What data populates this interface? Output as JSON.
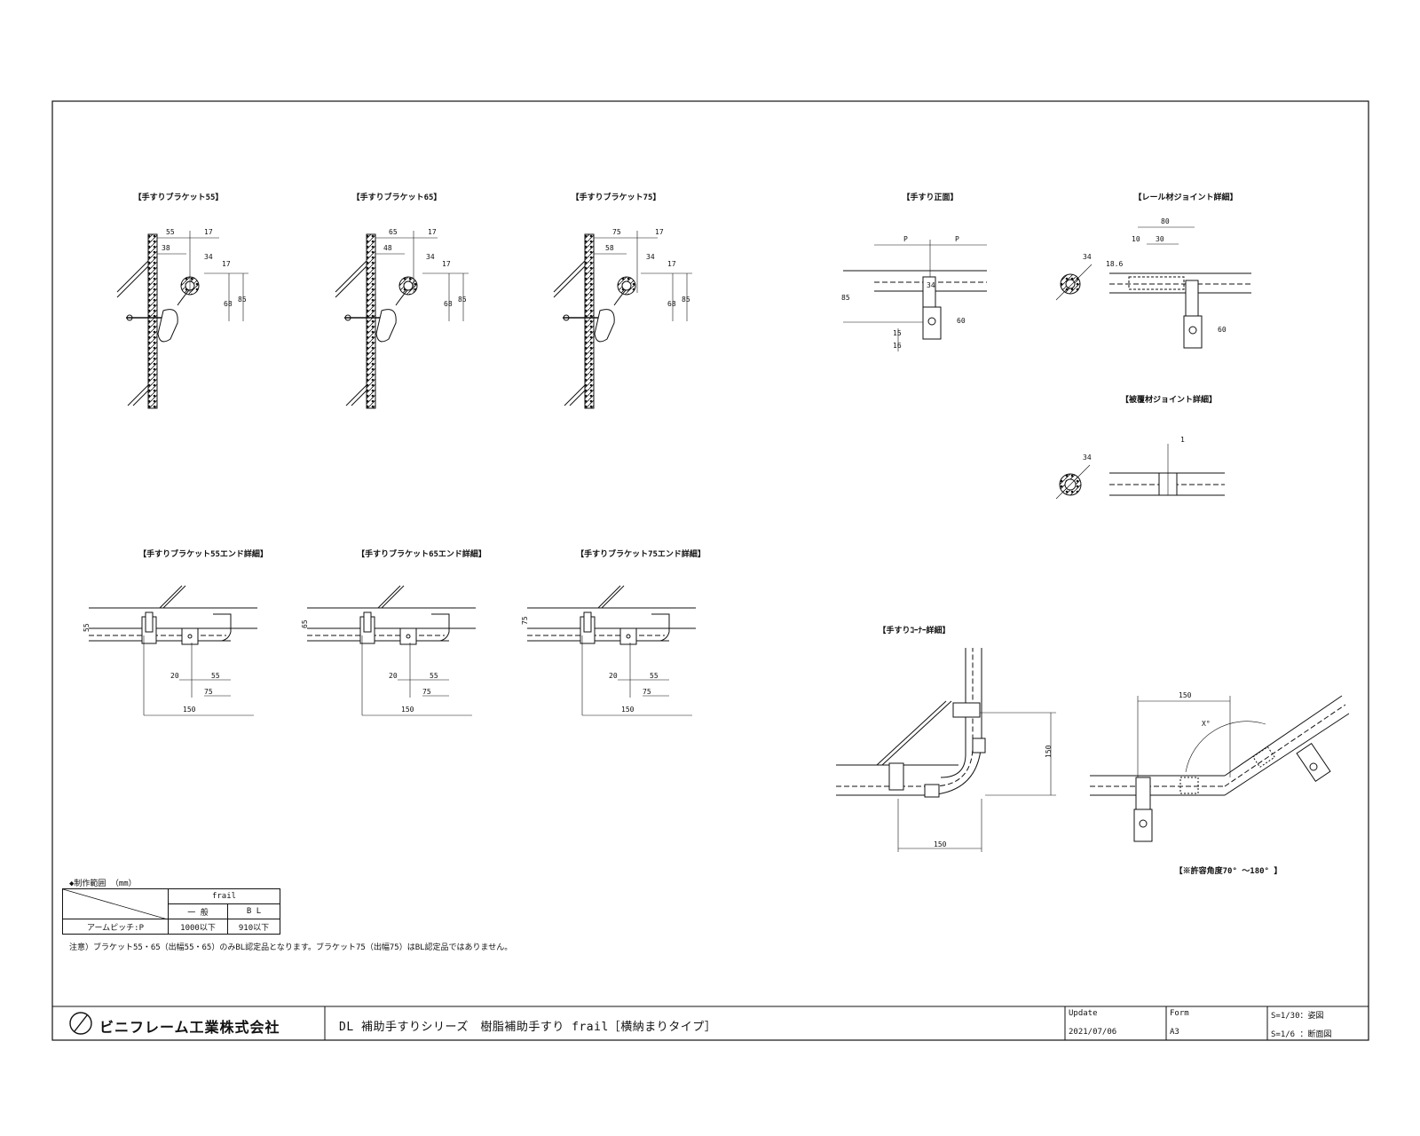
{
  "labels": {
    "bracket55": "【手すりブラケット55】",
    "bracket65": "【手すりブラケット65】",
    "bracket75": "【手すりブラケット75】",
    "front": "【手すり正面】",
    "rail_joint": "【レール材ジョイント詳細】",
    "cover_joint": "【被覆材ジョイント詳細】",
    "end55": "【手すりブラケット55エンド詳細】",
    "end65": "【手すりブラケット65エンド詳細】",
    "end75": "【手すりブラケット75エンド詳細】",
    "corner": "【手すりｺｰﾅｰ詳細】",
    "angle_note": "【※許容角度70° ～180° 】"
  },
  "dims": {
    "b55": {
      "d1": "55",
      "d2": "17",
      "d3": "38",
      "d4": "34",
      "d5": "17",
      "d6": "68",
      "d7": "85"
    },
    "b65": {
      "d1": "65",
      "d2": "17",
      "d3": "48",
      "d4": "34",
      "d5": "17",
      "d6": "68",
      "d7": "85"
    },
    "b75": {
      "d1": "75",
      "d2": "17",
      "d3": "58",
      "d4": "34",
      "d5": "17",
      "d6": "68",
      "d7": "85"
    },
    "front": {
      "p1": "P",
      "p2": "P",
      "h": "85",
      "dia": "34",
      "a": "16",
      "b": "15",
      "c": "60"
    },
    "rail": {
      "w": "80",
      "a": "10",
      "b": "30",
      "c": "18.6",
      "dia": "34",
      "h": "60"
    },
    "cover": {
      "dia": "34",
      "gap": "1"
    },
    "e55": {
      "h": "55",
      "a": "20",
      "b": "55",
      "c": "75",
      "d": "150"
    },
    "e65": {
      "h": "65",
      "a": "20",
      "b": "55",
      "c": "75",
      "d": "150"
    },
    "e75": {
      "h": "75",
      "a": "20",
      "b": "55",
      "c": "75",
      "d": "150"
    },
    "corner": {
      "v": "150",
      "h": "150",
      "w": "150",
      "ang": "X°"
    }
  },
  "range_table": {
    "title": "◆制作範囲 （mm）",
    "col_group": "frail",
    "col1": "一 般",
    "col2": "B L",
    "row_label": "アームピッチ:P",
    "val1": "1000以下",
    "val2": "910以下"
  },
  "note": "注意）ブラケット55・65（出幅55・65）のみBL認定品となります。ブラケット75（出幅75）はBL認定品ではありません。",
  "title_block": {
    "company": "ビニフレーム工業株式会社",
    "title": "DL 補助手すりシリーズ　樹脂補助手すり frail［横納まりタイプ］",
    "update_label": "Update",
    "update_value": "2021/07/06",
    "form_label": "Form",
    "form_value": "A3",
    "scale1": "S=1/30：姿図",
    "scale2": "S=1/6 ：断面図"
  }
}
